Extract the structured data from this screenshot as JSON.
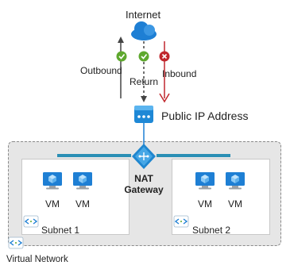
{
  "diagram": {
    "internet_label": "Internet",
    "outbound_label": "Outbound",
    "return_label": "Return",
    "inbound_label": "Inbound",
    "public_ip_label": "Public IP Address",
    "nat_gateway_label_line1": "NAT",
    "nat_gateway_label_line2": "Gateway",
    "subnet1_label": "Subnet 1",
    "subnet2_label": "Subnet 2",
    "vm_label": "VM",
    "virtual_network_label": "Virtual Network"
  },
  "colors": {
    "allowed": "#5ea82e",
    "blocked": "#c0272d",
    "azure_blue": "#1e7fd4",
    "nat_teal": "#2a8fb5",
    "vnet_bg": "#e6e6e6"
  },
  "icons": {
    "internet": "cloud-icon",
    "allowed": "check-circle-icon",
    "blocked": "x-circle-icon",
    "public_ip": "public-ip-icon",
    "nat_gateway": "nat-gateway-icon",
    "vm": "vm-monitor-icon",
    "subnet": "subnet-icon",
    "virtual_network": "virtual-network-icon"
  }
}
